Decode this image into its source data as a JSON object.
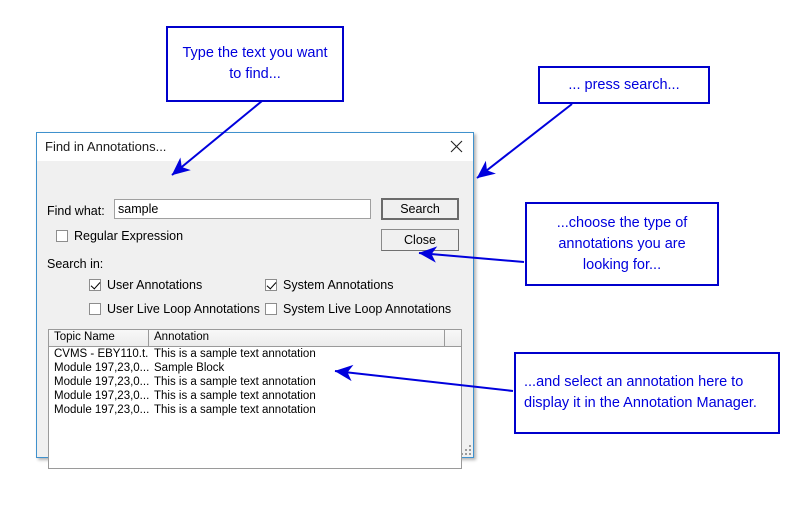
{
  "dialog": {
    "title": "Find in Annotations...",
    "close_icon": "close-icon",
    "find_label": "Find what:",
    "find_value": "sample",
    "find_placeholder": "",
    "search_button": "Search",
    "close_button": "Close",
    "regex_label": "Regular Expression",
    "regex_checked": false,
    "search_in_label": "Search in:",
    "checkboxes": [
      {
        "label": "User Annotations",
        "checked": true
      },
      {
        "label": "System Annotations",
        "checked": true
      },
      {
        "label": "User Live Loop Annotations",
        "checked": false
      },
      {
        "label": "System Live Loop Annotations",
        "checked": false
      }
    ],
    "list": {
      "columns": [
        "Topic Name",
        "Annotation",
        ""
      ],
      "rows": [
        {
          "topic": "CVMS - EBY110.t...",
          "annotation": "This is a sample text annotation"
        },
        {
          "topic": "Module 197,23,0...",
          "annotation": "Sample Block"
        },
        {
          "topic": "Module 197,23,0...",
          "annotation": "This is a sample text annotation"
        },
        {
          "topic": "Module 197,23,0...",
          "annotation": "This is a sample text annotation"
        },
        {
          "topic": "Module 197,23,0...",
          "annotation": "This is a sample text annotation"
        }
      ]
    }
  },
  "callouts": {
    "type_text": "Type the text you want to find...",
    "press_search": "... press search...",
    "choose_type": "...choose the type of annotations you are looking for...",
    "select_annotation": "...and select an annotation here to display it in the Annotation Manager."
  },
  "colors": {
    "callout_border": "#0000cc",
    "callout_text": "#0000dd",
    "arrow": "#0000dd",
    "dialog_border": "#3f91cd",
    "dialog_face": "#f0f0f0"
  }
}
